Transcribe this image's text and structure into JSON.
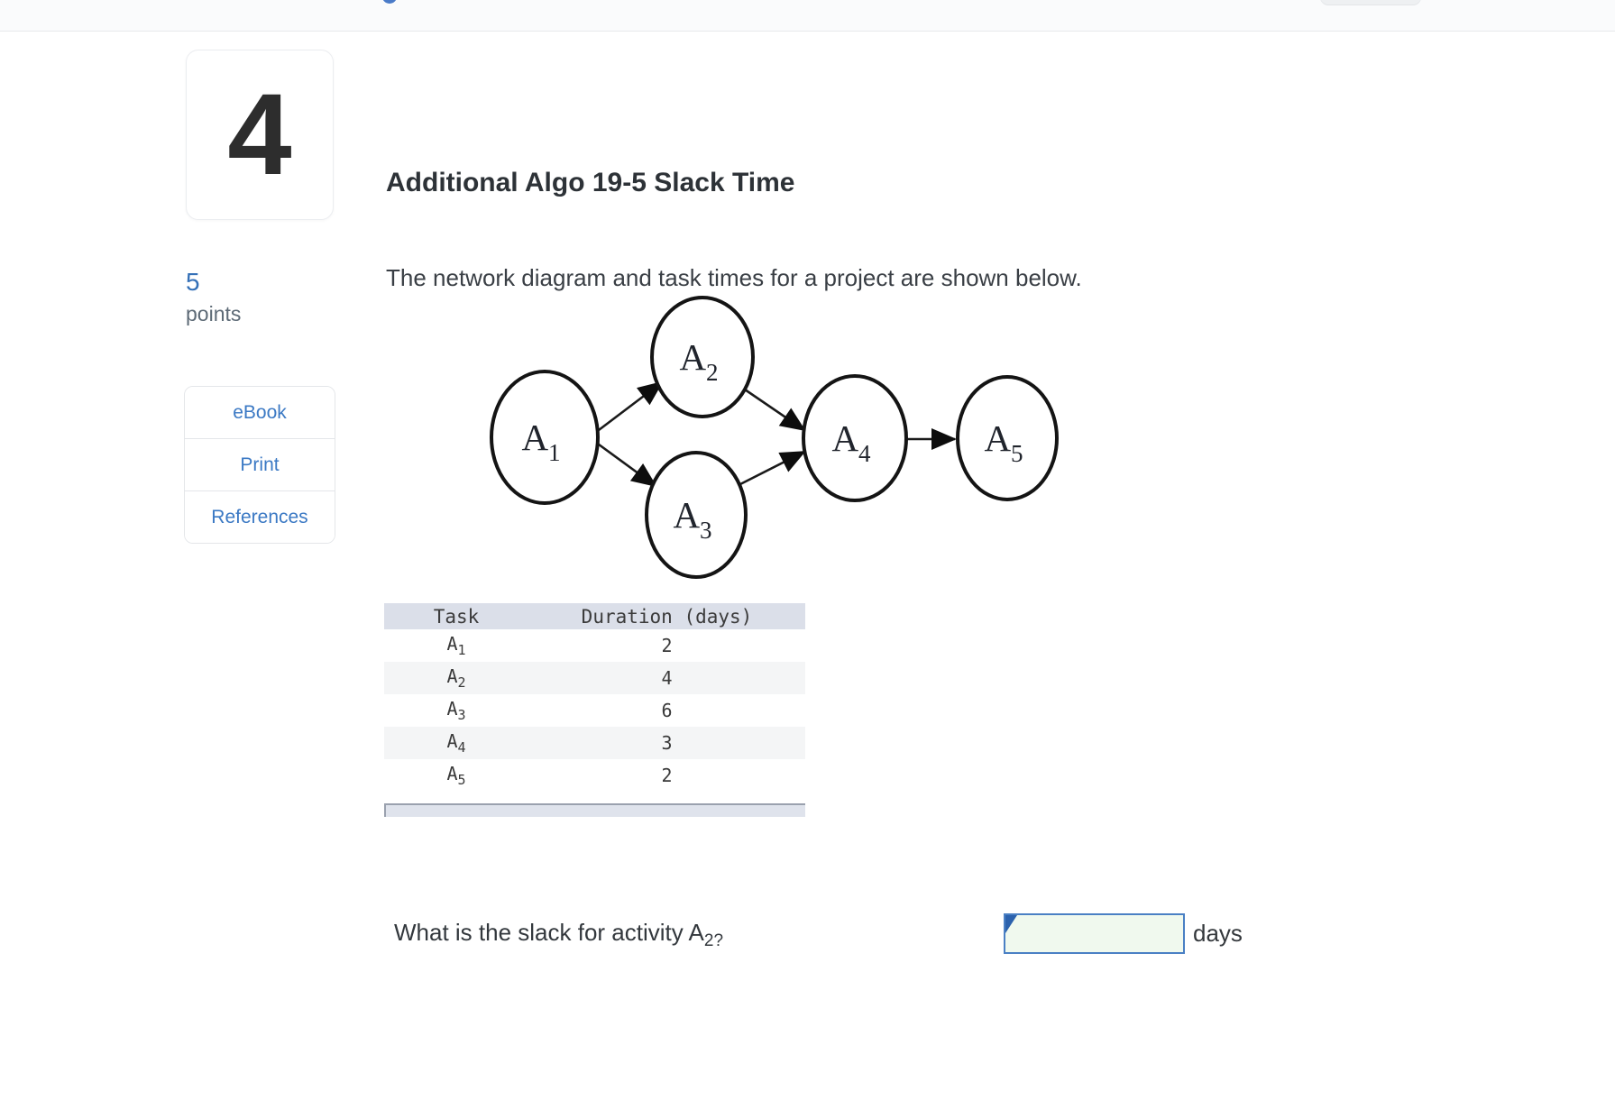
{
  "question_panel": {
    "number": "4",
    "points_value": "5",
    "points_label": "points",
    "tools": {
      "ebook": "eBook",
      "print": "Print",
      "references": "References"
    }
  },
  "content": {
    "title": "Additional Algo 19-5 Slack Time",
    "intro": "The network diagram and task times for a project are shown below.",
    "prompt": {
      "prefix": "What is the slack for activity A",
      "subscript": "2?"
    },
    "answer": {
      "value": "",
      "unit": "days"
    }
  },
  "diagram": {
    "type": "activity-network",
    "nodes": [
      {
        "id": "A1",
        "label": "A",
        "sub": "1"
      },
      {
        "id": "A2",
        "label": "A",
        "sub": "2"
      },
      {
        "id": "A3",
        "label": "A",
        "sub": "3"
      },
      {
        "id": "A4",
        "label": "A",
        "sub": "4"
      },
      {
        "id": "A5",
        "label": "A",
        "sub": "5"
      }
    ],
    "edges": [
      {
        "from": "A1",
        "to": "A2"
      },
      {
        "from": "A1",
        "to": "A3"
      },
      {
        "from": "A2",
        "to": "A4"
      },
      {
        "from": "A3",
        "to": "A4"
      },
      {
        "from": "A4",
        "to": "A5"
      }
    ]
  },
  "table": {
    "headers": {
      "task": "Task",
      "duration": "Duration (days)"
    },
    "rows": [
      {
        "task": "A",
        "sub": "1",
        "duration": "2"
      },
      {
        "task": "A",
        "sub": "2",
        "duration": "4"
      },
      {
        "task": "A",
        "sub": "3",
        "duration": "6"
      },
      {
        "task": "A",
        "sub": "4",
        "duration": "3"
      },
      {
        "task": "A",
        "sub": "5",
        "duration": "2"
      }
    ]
  },
  "colors": {
    "accent_blue": "#3b79c4",
    "points_blue": "#3470b7",
    "table_header_bg": "#dbdfe9",
    "row_alt_bg": "#f4f5f6",
    "input_bg": "#f0f9ee",
    "input_border": "#4a80c4",
    "flag_blue": "#2c62ad"
  }
}
